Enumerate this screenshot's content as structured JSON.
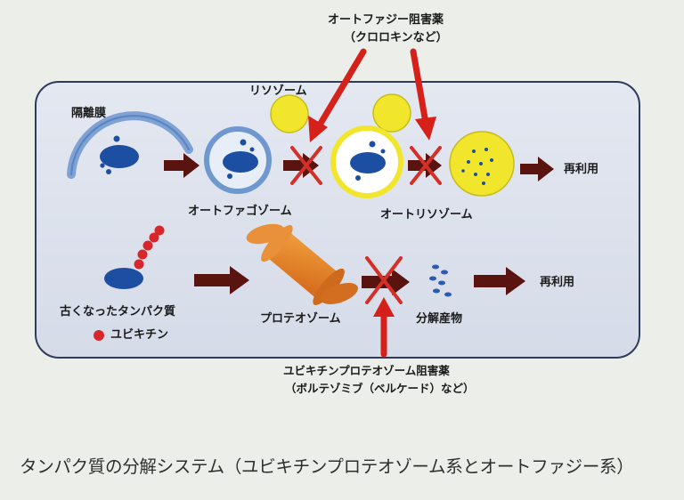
{
  "labels": {
    "autophagy_inhibitor_line1": "オートファジー阻害薬",
    "autophagy_inhibitor_line2": "（クロロキンなど）",
    "lysosome": "リソゾーム",
    "isolation_membrane": "隔離膜",
    "autophagosome": "オートファゴゾーム",
    "autolysosome": "オートリソゾーム",
    "reuse_top": "再利用",
    "reuse_bottom": "再利用",
    "old_protein": "古くなったタンパク質",
    "ubiquitin_legend": "ユビキチン",
    "proteasome": "プロテオゾーム",
    "degradation_products": "分解産物",
    "proteasome_inhibitor_line1": "ユビキチンプロテオゾーム阻害薬",
    "proteasome_inhibitor_line2": "（ボルテゾミブ（ベルケード）など）"
  },
  "caption": "タンパク質の分解システム（ユビキチンプロテオゾーム系とオートファジー系）",
  "colors": {
    "panel_bg": "#dfe4ee",
    "panel_border": "#2f3a5c",
    "flow_arrow": "#5a1410",
    "inhibit_arrow": "#d6201a",
    "x_mark": "#d33028",
    "nucleus_blue": "#1c4ea1",
    "membrane_blue": "#6f98cf",
    "lysosome_yellow": "#f1e62b",
    "ubiquitin_red": "#d8272a",
    "proteasome_orange": "#e0781e"
  }
}
